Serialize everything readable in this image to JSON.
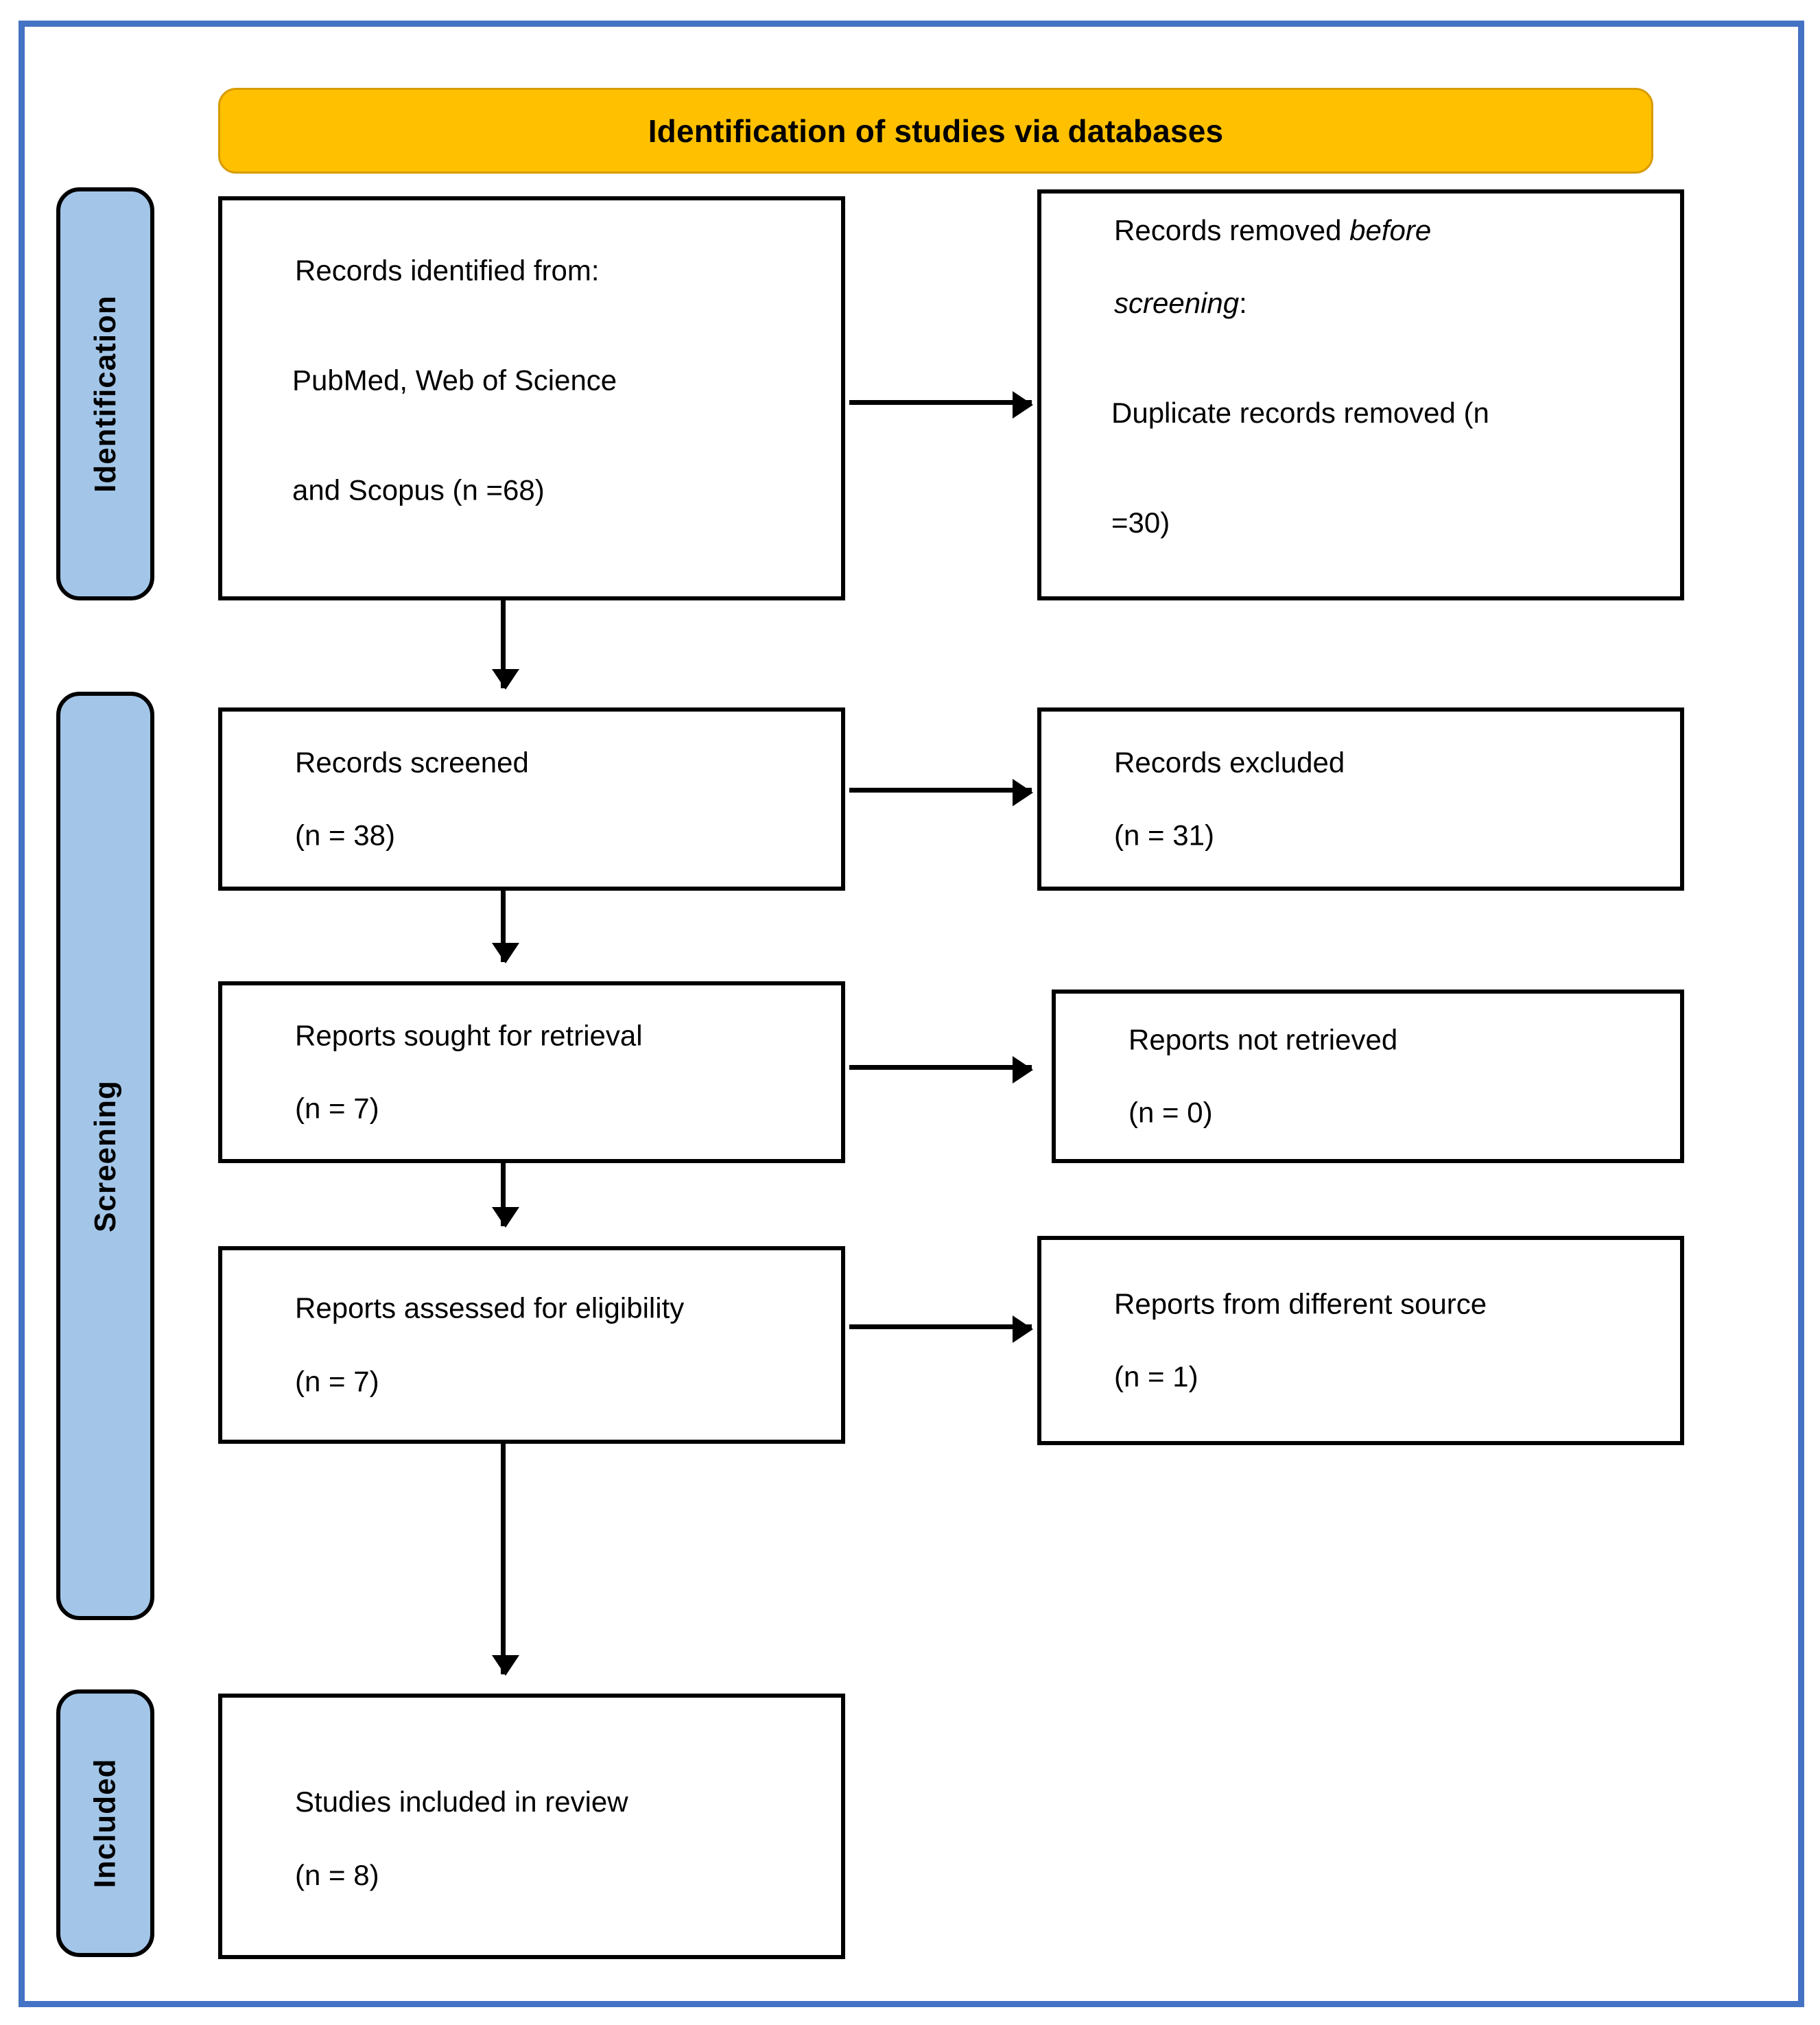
{
  "diagram": {
    "type": "PRISMA flow diagram",
    "banner": {
      "label": "Identification of studies via databases"
    },
    "stages": [
      {
        "id": "identification",
        "label": "Identification"
      },
      {
        "id": "screening",
        "label": "Screening"
      },
      {
        "id": "included",
        "label": "Included"
      }
    ],
    "boxes": {
      "identified": {
        "line1": "Records identified from:",
        "line2": "PubMed, Web of Science",
        "line3": "and Scopus (n =68)"
      },
      "removed": {
        "line1_plain": "Records removed ",
        "line1_italic": "before",
        "line2_italic": "screening",
        "line2_plain": ":",
        "line3": "Duplicate records removed (n",
        "line4": "=30)"
      },
      "screened": {
        "line1": "Records screened",
        "line2": "(n = 38)"
      },
      "excluded": {
        "line1": "Records excluded",
        "line2": "(n = 31)"
      },
      "sought": {
        "line1": "Reports sought for retrieval",
        "line2": "(n = 7)"
      },
      "not_retrieved": {
        "line1": "Reports not retrieved",
        "line2": "(n = 0)"
      },
      "assessed": {
        "line1": "Reports assessed for eligibility",
        "line2": "(n = 7)"
      },
      "different_source": {
        "line1": "Reports from different source",
        "line2": "(n = 1)"
      },
      "included_review": {
        "line1": "Studies included in review",
        "line2": "(n = 8)"
      }
    },
    "counts": {
      "records_identified": 68,
      "duplicates_removed": 30,
      "records_screened": 38,
      "records_excluded": 31,
      "reports_sought": 7,
      "reports_not_retrieved": 0,
      "reports_assessed": 7,
      "reports_different_source": 1,
      "studies_included": 8
    },
    "colors": {
      "banner_fill": "#FFC000",
      "banner_border": "#D79B00",
      "stage_tab_fill": "#A3C6E8",
      "outer_frame": "#4472C4",
      "box_border": "#000000",
      "text": "#000000"
    }
  }
}
